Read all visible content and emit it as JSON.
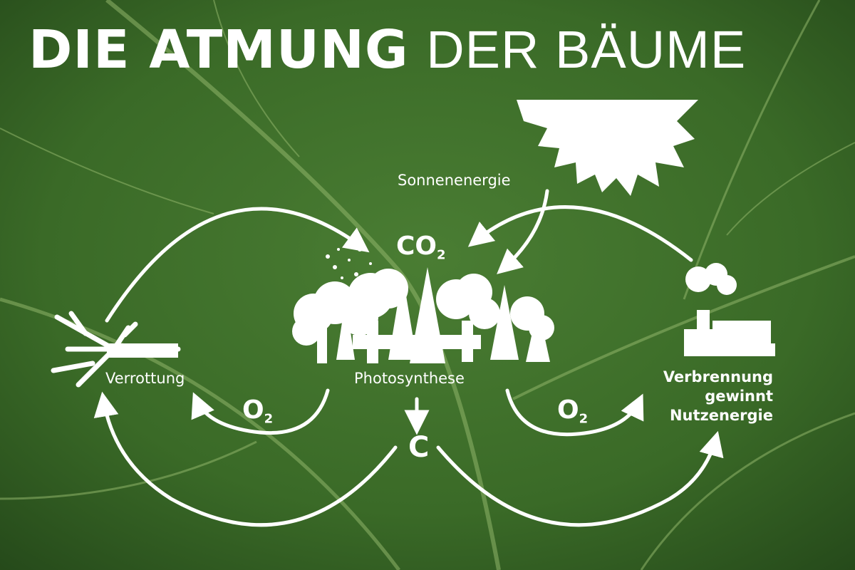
{
  "title": {
    "bold": "DIE ATMUNG",
    "light": "DER BÄUME"
  },
  "labels": {
    "sonnenenergie": "Sonnenenergie",
    "verrottung": "Verrottung",
    "photosynthese": "Photosynthese",
    "verbrennung": "Verbrennung",
    "gewinnt": "gewinnt",
    "nutzenergie": "Nutzenergie"
  },
  "chemicals": {
    "co2_base": "CO",
    "co2_sub": "2",
    "o2_base": "O",
    "o2_sub": "2",
    "carbon": "C"
  },
  "icons": [
    "sun-icon",
    "forest-icon",
    "dead-tree-icon",
    "factory-icon"
  ],
  "colors": {
    "foreground": "#ffffff",
    "leaf_green": "#3d6b2a"
  }
}
